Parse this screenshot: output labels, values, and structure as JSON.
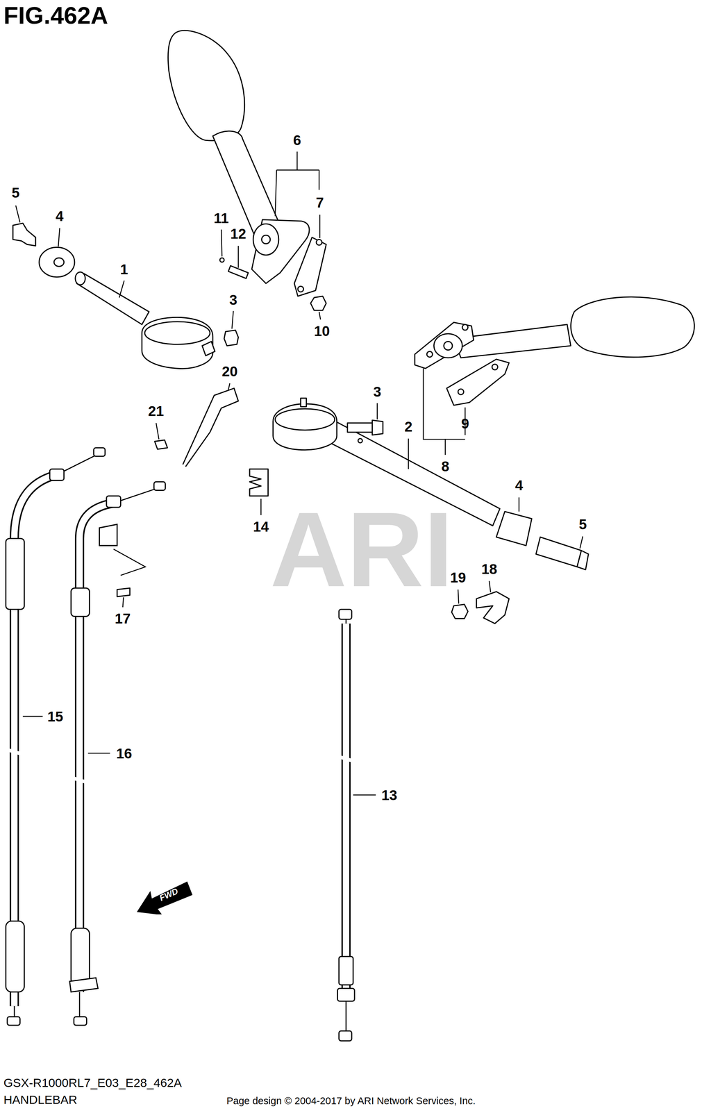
{
  "diagram": {
    "title": "FIG.462A",
    "nodes": [
      {
        "text": [
          "FWD"
        ]
      }
    ],
    "labels": [
      "5",
      "4",
      "1",
      "11",
      "12",
      "6",
      "7",
      "3",
      "10",
      "20",
      "21",
      "3",
      "2",
      "9",
      "8",
      "4",
      "5",
      "14",
      "19",
      "18",
      "17",
      "15",
      "16",
      "13",
      "ARI",
      "GSX-R1000RL7_E03_E28_462A",
      "HANDLEBAR",
      "Page design © 2004-2017 by ARI Network Services, Inc."
    ]
  }
}
